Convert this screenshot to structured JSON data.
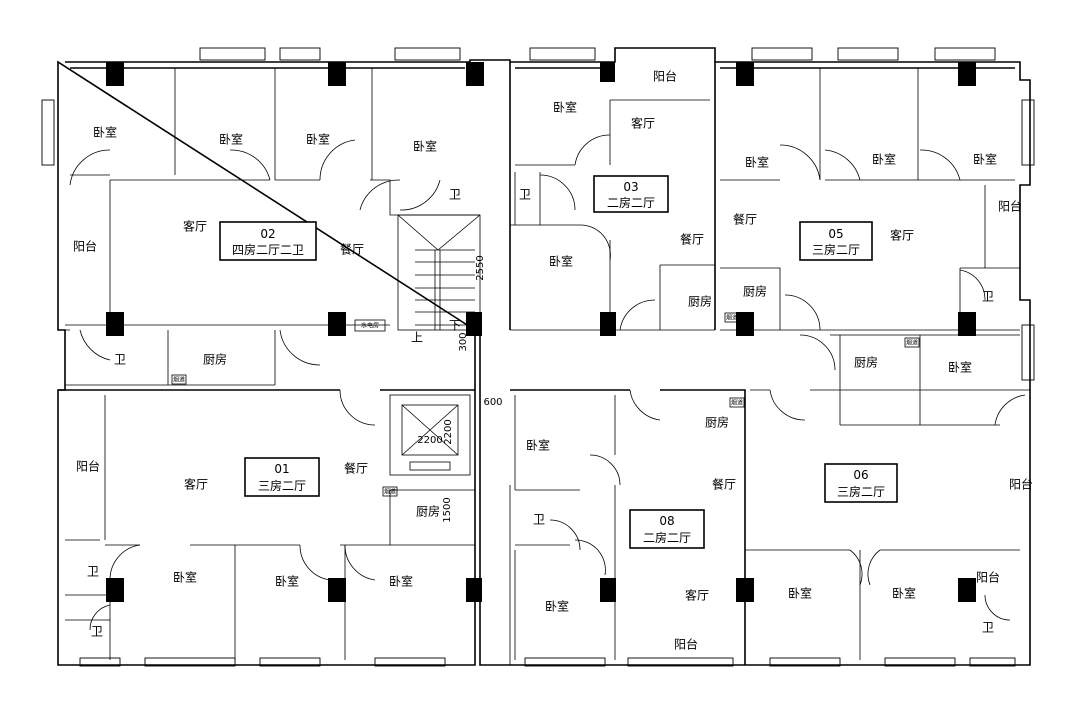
{
  "plan": {
    "units": [
      {
        "no": "02",
        "type": "四房二厅二卫"
      },
      {
        "no": "03",
        "type": "二房二厅"
      },
      {
        "no": "05",
        "type": "三房二厅"
      },
      {
        "no": "01",
        "type": "三房二厅"
      },
      {
        "no": "08",
        "type": "二房二厅"
      },
      {
        "no": "06",
        "type": "三房二厅"
      }
    ],
    "rooms": {
      "bedroom": "卧室",
      "living": "客厅",
      "dining": "餐厅",
      "kitchen": "厨房",
      "bath": "卫",
      "balcony": "阳台"
    },
    "small_labels": {
      "utility": "水电房",
      "flue": "烟道",
      "up": "上",
      "down": "下"
    },
    "dimensions": [
      "2550",
      "300",
      "600",
      "2200",
      "2200",
      "1500"
    ]
  }
}
